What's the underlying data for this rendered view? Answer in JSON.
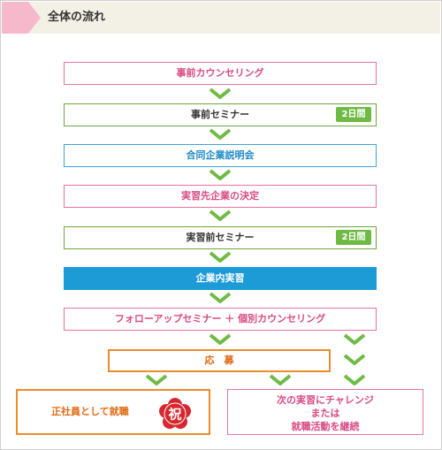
{
  "header": {
    "title": "全体の流れ"
  },
  "steps": {
    "pre_counseling": "事前カウンセリング",
    "pre_seminar": "事前セミナー",
    "pre_seminar_badge": "2日間",
    "joint_briefing": "合同企業説明会",
    "decision": "実習先企業の決定",
    "pre_training_seminar": "実習前セミナー",
    "pre_training_badge": "2日間",
    "internship": "企業内実習",
    "follow_up": "フォローアップセミナー ＋ 個別カウンセリング",
    "apply": "応　募"
  },
  "outcomes": {
    "hired": "正社員として就職",
    "seal_char": "祝",
    "next_line1": "次の実習にチャレンジ",
    "next_line2": "または",
    "next_line3": "就職活動を継続"
  },
  "colors": {
    "pink": "#e6739f",
    "green": "#6ea63c",
    "blue": "#3fa3d8",
    "blue_fill": "#1d9bd7",
    "orange": "#ee8a2a",
    "seal_red": "#d8262f"
  }
}
